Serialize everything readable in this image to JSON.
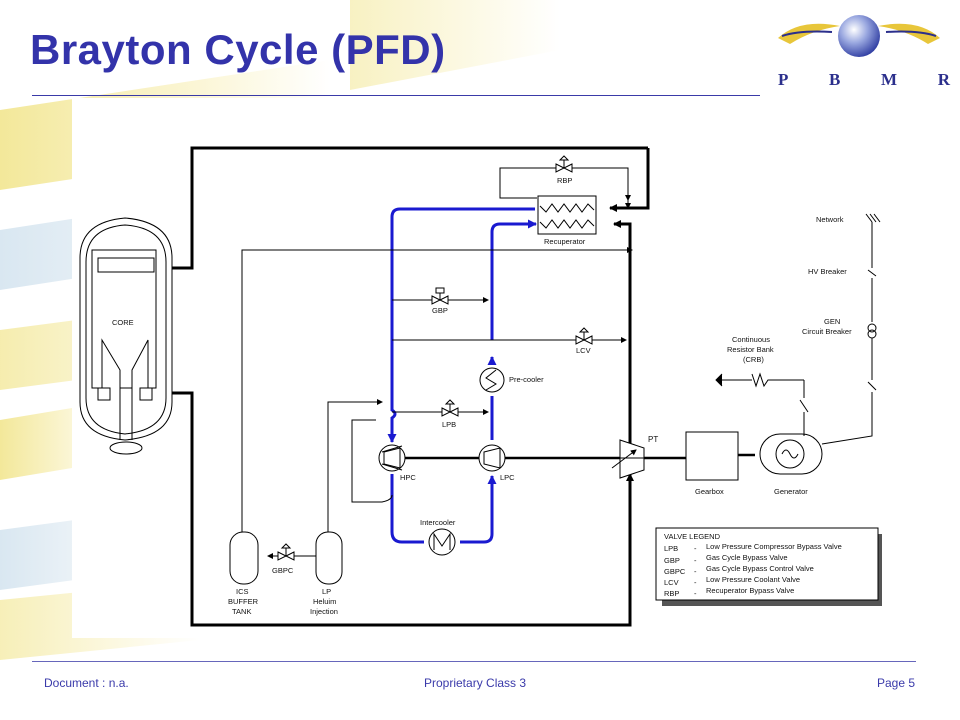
{
  "slide": {
    "title": "Brayton Cycle (PFD)"
  },
  "logo": {
    "letters": [
      "P",
      "B",
      "M",
      "R"
    ]
  },
  "footer": {
    "document": "Document : n.a.",
    "classification": "Proprietary Class 3",
    "page": "Page 5"
  },
  "diagram": {
    "labels": {
      "core": "CORE",
      "rbp": "RBP",
      "recuperator": "Recuperator",
      "gbp": "GBP",
      "lcv": "LCV",
      "precooler": "Pre-cooler",
      "lpb": "LPB",
      "pt": "PT",
      "hpc": "HPC",
      "lpc": "LPC",
      "intercooler": "Intercooler",
      "gearbox": "Gearbox",
      "generator": "Generator",
      "gbpc": "GBPC",
      "ics_line1": "ICS",
      "ics_line2": "BUFFER",
      "ics_line3": "TANK",
      "lp_line1": "LP",
      "lp_line2": "Heluim",
      "lp_line3": "Injection",
      "network": "Network",
      "hv_breaker": "HV Breaker",
      "gen_breaker_line1": "GEN",
      "gen_breaker_line2": "Circuit Breaker",
      "crb_line1": "Continuous",
      "crb_line2": "Resistor Bank",
      "crb_line3": "(CRB)"
    },
    "valve_legend": {
      "title": "VALVE LEGEND",
      "entries": [
        {
          "code": "LPB",
          "dash": "-",
          "description": "Low Pressure Compressor Bypass Valve"
        },
        {
          "code": "GBP",
          "dash": "-",
          "description": "Gas Cycle Bypass Valve"
        },
        {
          "code": "GBPC",
          "dash": "-",
          "description": "Gas Cycle Bypass Control Valve"
        },
        {
          "code": "LCV",
          "dash": "-",
          "description": "Low Pressure Coolant Valve"
        },
        {
          "code": "RBP",
          "dash": "-",
          "description": "Recuperator Bypass Valve"
        }
      ]
    }
  },
  "colors": {
    "title": "#3333aa",
    "blue_pipe": "#1a1ad0",
    "black_pipe": "#000000",
    "background_stripes": "#f6efb8"
  }
}
